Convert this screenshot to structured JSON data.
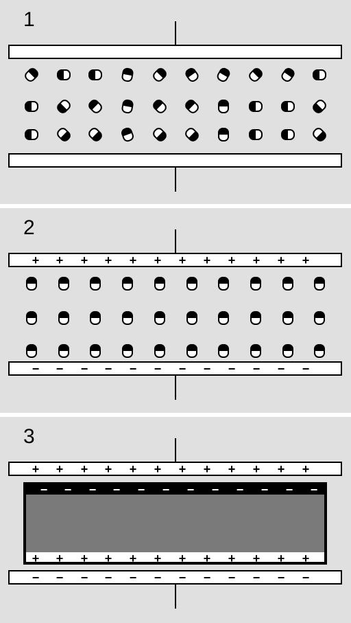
{
  "colors": {
    "background": "#e0e0e0",
    "separator": "#ffffff",
    "plate": "#ffffff",
    "ink": "#000000",
    "dielectric_fill": "#7a7a7a"
  },
  "panels": [
    {
      "label": "1",
      "top_plate_signs": [],
      "bottom_plate_signs": [],
      "dipoles_aligned": false,
      "dielectric_block": false,
      "dielectric_top_signs": [],
      "dielectric_bottom_signs": []
    },
    {
      "label": "2",
      "top_plate_signs": [
        "+",
        "+",
        "+",
        "+",
        "+",
        "+",
        "+",
        "+",
        "+",
        "+",
        "+",
        "+"
      ],
      "bottom_plate_signs": [
        "−",
        "−",
        "−",
        "−",
        "−",
        "−",
        "−",
        "−",
        "−",
        "−",
        "−",
        "−"
      ],
      "dipoles_aligned": true,
      "dielectric_block": false,
      "dielectric_top_signs": [],
      "dielectric_bottom_signs": []
    },
    {
      "label": "3",
      "top_plate_signs": [
        "+",
        "+",
        "+",
        "+",
        "+",
        "+",
        "+",
        "+",
        "+",
        "+",
        "+",
        "+"
      ],
      "bottom_plate_signs": [
        "−",
        "−",
        "−",
        "−",
        "−",
        "−",
        "−",
        "−",
        "−",
        "−",
        "−",
        "−"
      ],
      "dipoles_aligned": false,
      "dielectric_block": true,
      "dielectric_top_signs": [
        "−",
        "−",
        "−",
        "−",
        "−",
        "−",
        "−",
        "−",
        "−",
        "−",
        "−",
        "−"
      ],
      "dielectric_bottom_signs": [
        "+",
        "+",
        "+",
        "+",
        "+",
        "+",
        "+",
        "+",
        "+",
        "+",
        "+",
        "+"
      ]
    }
  ]
}
